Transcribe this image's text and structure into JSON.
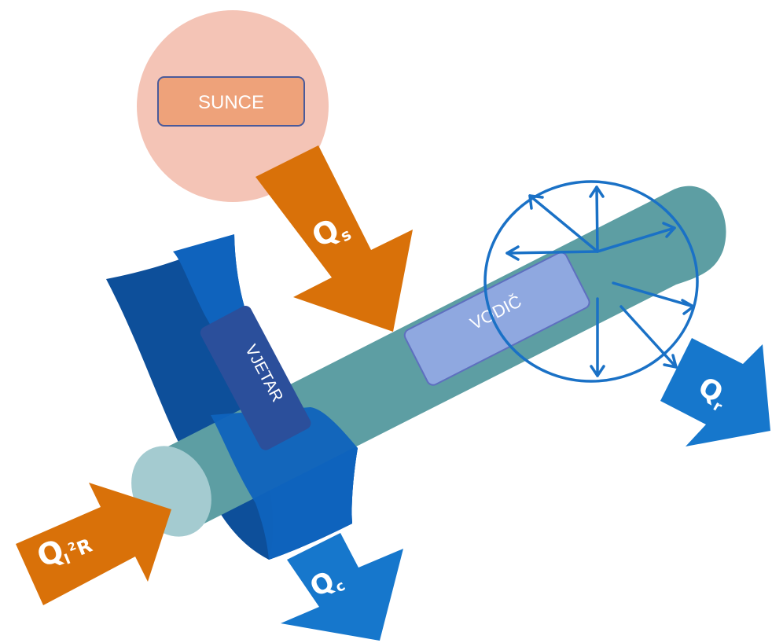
{
  "colors": {
    "sun_circle": "#f4c4b6",
    "sun_box": "#eea27a",
    "orange_arrow": "#d97109",
    "blue_arrow": "#1677cc",
    "wind_dark": "#0d4f9a",
    "wind_mid": "#0f63bd",
    "conductor_body": "#5d9ea3",
    "conductor_end": "#a4cbd0",
    "vodic_box": "#8fa8e0",
    "vjetar_box": "#2b4f9b",
    "radiation": "#1a71c6"
  },
  "labels": {
    "sun": "SUNCE",
    "conductor": "VODIČ",
    "wind": "VJETAR"
  },
  "arrows": {
    "solar": {
      "main": "Q",
      "sub": "s"
    },
    "joule": {
      "main": "Q",
      "sub_i": "I",
      "sup": "2",
      "sub_r": "R"
    },
    "convection": {
      "main": "Q",
      "sub": "c"
    },
    "radiation": {
      "main": "Q",
      "sub": "r"
    }
  }
}
